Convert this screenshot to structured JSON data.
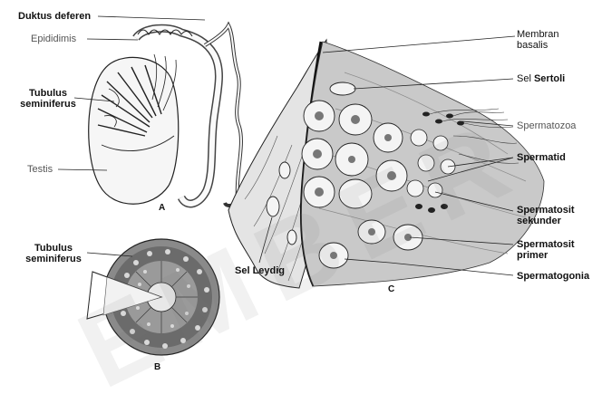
{
  "labels": {
    "duktus_deferen": "Duktus deferen",
    "epididimis": "Epididimis",
    "tubulus_seminiferus_a": "Tubulus\nseminiferus",
    "testis": "Testis",
    "panel_a": "A",
    "tubulus_seminiferus_b": "Tubulus\nseminiferus",
    "panel_b": "B",
    "sel_leydig": "Sel Leydig",
    "panel_c": "C",
    "membran_basalis": "Membran\nbasalis",
    "sel_sertoli_prefix": "Sel ",
    "sel_sertoli_word": "Sertoli",
    "spermatozoa": "Spermatozoa",
    "spermatid": "Spermatid",
    "spermatosit_sekunder": "Spermatosit\nsekunder",
    "spermatosit_primer": "Spermatosit\nprimer",
    "spermatogonia": "Spermatogonia"
  },
  "watermark": "EMBER"
}
